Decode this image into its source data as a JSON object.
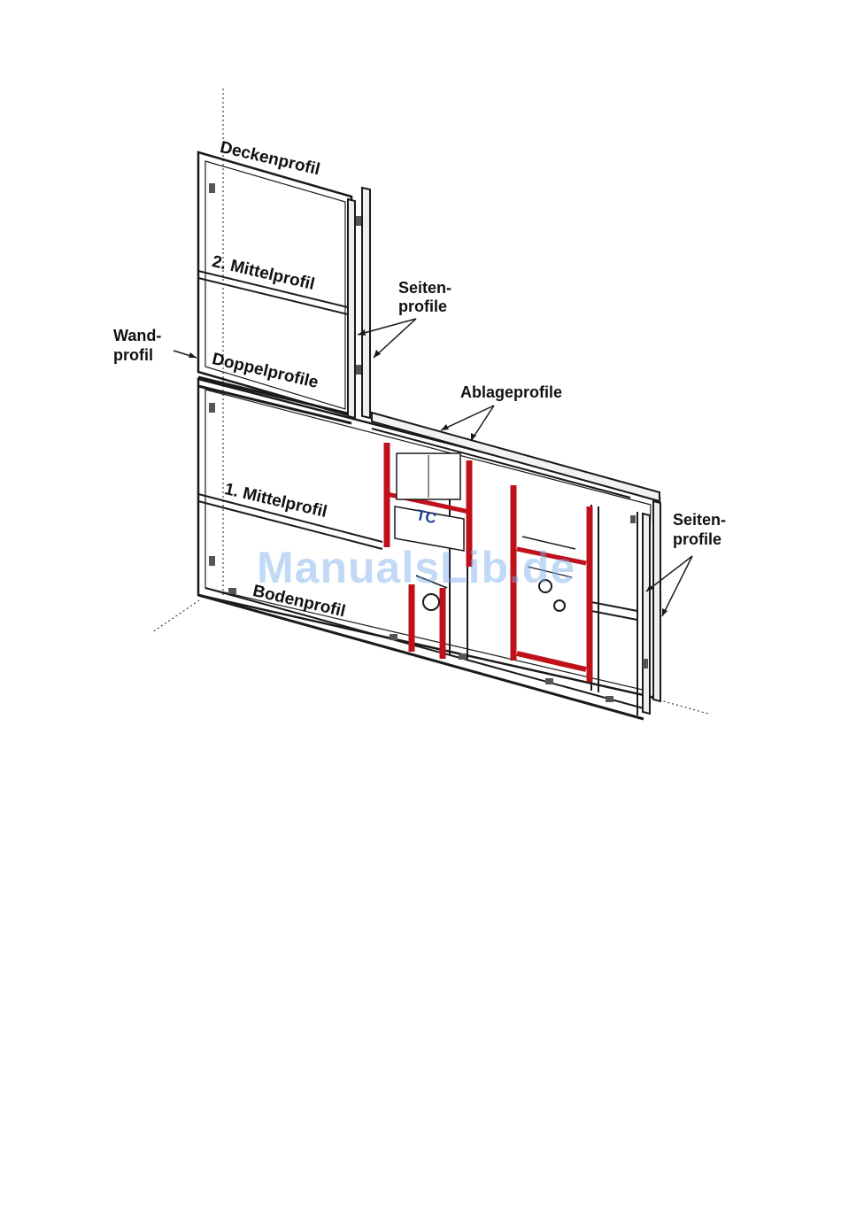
{
  "labels": {
    "deckenprofil": "Deckenprofil",
    "mittelprofil_2": "2. Mittelprofil",
    "seitenprofile_top_line1": "Seiten-",
    "seitenprofile_top_line2": "profile",
    "wandprofil_line1": "Wand-",
    "wandprofil_line2": "profil",
    "doppelprofile": "Doppelprofile",
    "ablageprofile": "Ablageprofile",
    "mittelprofil_1": "1. Mittelprofil",
    "bodenprofil": "Bodenprofil",
    "seitenprofile_right_line1": "Seiten-",
    "seitenprofile_right_line2": "profile",
    "module_logo": "TC"
  },
  "watermark": "ManualsLib.de",
  "colors": {
    "frame": "#1a1a1a",
    "module_red": "#c0111b",
    "logo_blue": "#1d3f8f",
    "watermark": "#78aaeb"
  }
}
